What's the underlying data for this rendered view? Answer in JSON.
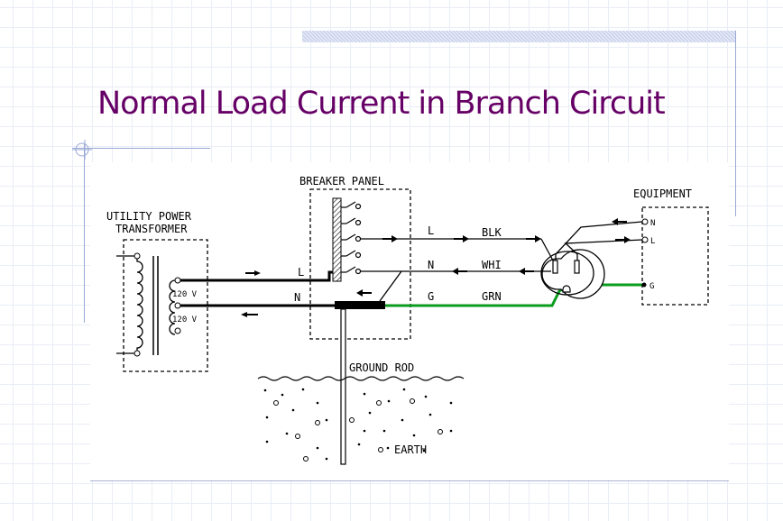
{
  "slide": {
    "title": "Normal Load Current in Branch Circuit"
  },
  "diagram": {
    "transformer_label_line1": "UTILITY POWER",
    "transformer_label_line2": "TRANSFORMER",
    "voltage_top": "120 V",
    "voltage_bottom": "120 V",
    "panel_label": "BREAKER PANEL",
    "panel_line_label": "L",
    "panel_neutral_label": "N",
    "wire_labels": [
      {
        "letter": "L",
        "color_name": "BLK"
      },
      {
        "letter": "N",
        "color_name": "WHI"
      },
      {
        "letter": "G",
        "color_name": "GRN"
      }
    ],
    "equipment_label": "EQUIPMENT",
    "equipment_terminals": [
      "N",
      "L",
      "G"
    ],
    "ground_rod_label": "GROUND ROD",
    "earth_label": "EARTH"
  },
  "colors": {
    "title": "#660066",
    "ground_wire": "#0a9c1e",
    "accent_bar": "#c9d2ec",
    "rules": "#9aa8d4"
  }
}
